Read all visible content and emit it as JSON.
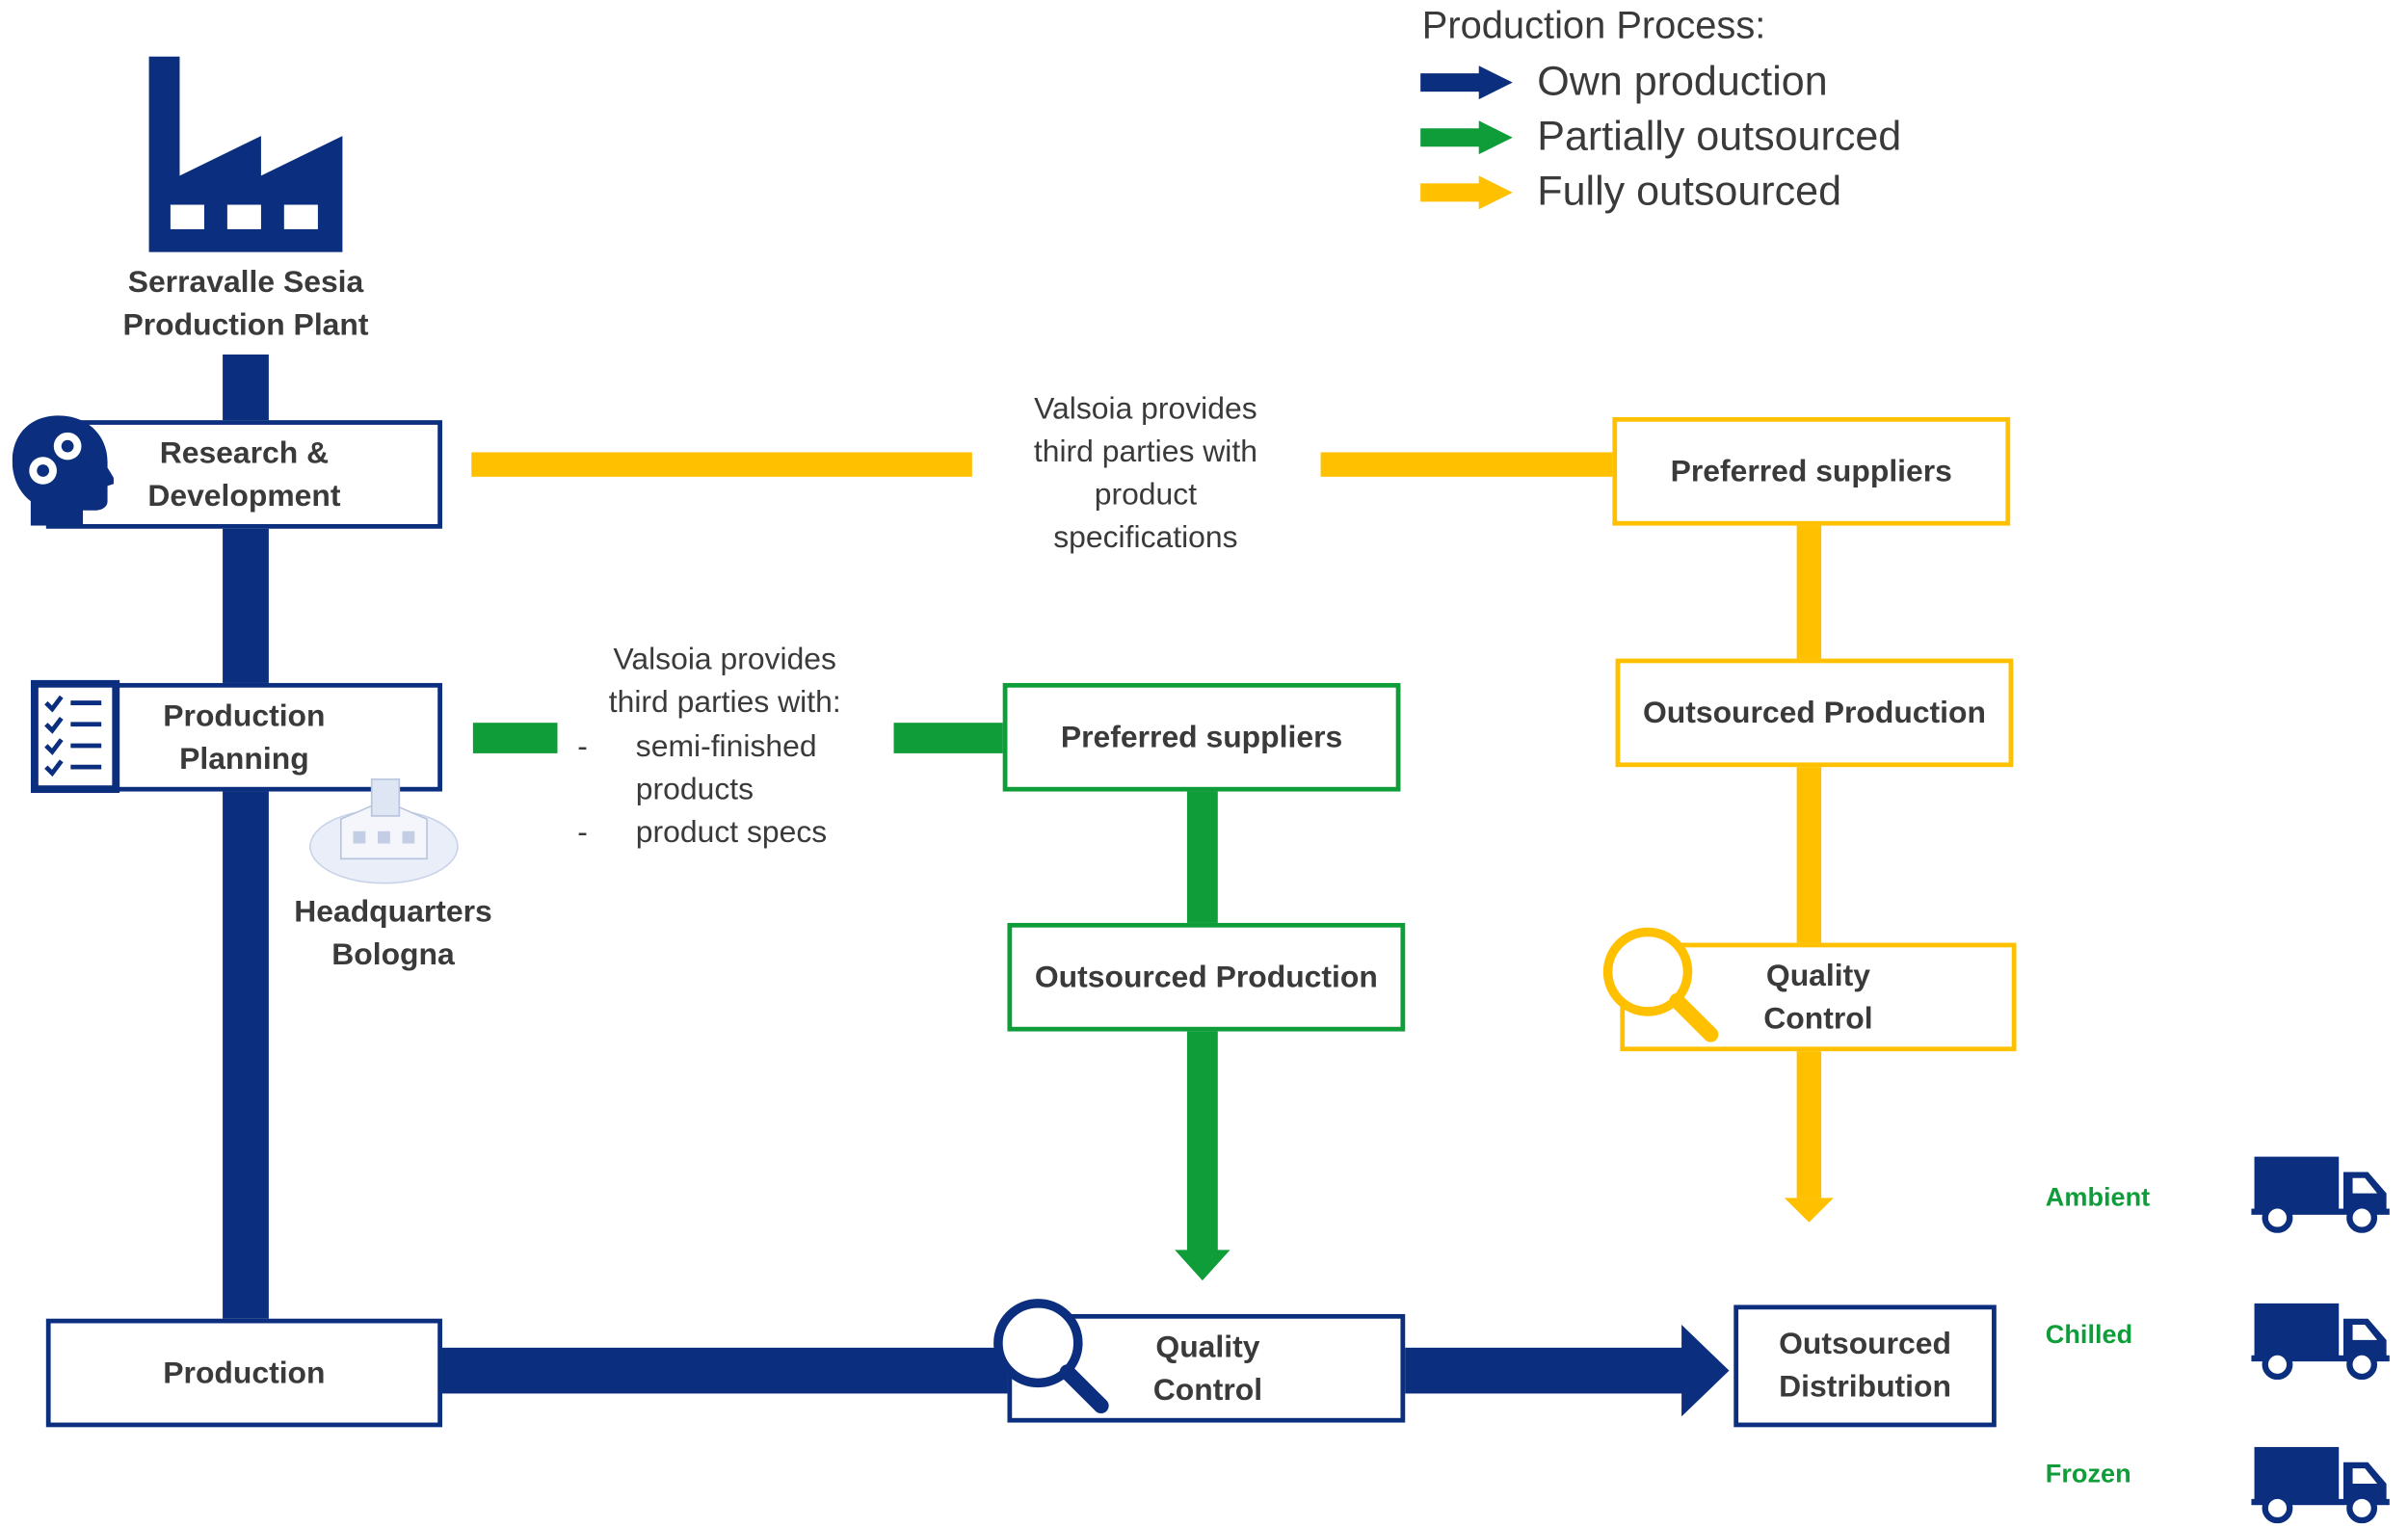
{
  "colors": {
    "own": "#0b2f7e",
    "partial": "#0f9d3a",
    "full": "#ffc000",
    "temperature_label": "#0f9d3a"
  },
  "legend": {
    "title": "Production Process:",
    "items": [
      {
        "label": "Own production",
        "color": "#0b2f7e"
      },
      {
        "label": "Partially outsourced",
        "color": "#0f9d3a"
      },
      {
        "label": "Fully outsourced",
        "color": "#ffc000"
      }
    ]
  },
  "plant": {
    "line1": "Serravalle Sesia",
    "line2": "Production Plant",
    "icon": "factory-icon"
  },
  "own_line": {
    "rd": {
      "line1": "Research &",
      "line2": "Development",
      "icon": "head-gears-icon"
    },
    "planning": {
      "line1": "Production",
      "line2": "Planning",
      "icon": "checklist-icon"
    },
    "production": "Production",
    "quality": {
      "line1": "Quality",
      "line2": "Control",
      "icon": "magnifier-icon"
    },
    "distribution": {
      "line1": "Outsourced",
      "line2": "Distribution"
    }
  },
  "headquarters": {
    "line1": "Headquarters",
    "line2": "Bologna",
    "icon": "building-icon"
  },
  "partial_line": {
    "note": {
      "line1": "Valsoia provides",
      "line2": "third parties with:",
      "items": [
        "semi-finished",
        "products",
        "product specs"
      ],
      "bullet": "-"
    },
    "suppliers": "Preferred suppliers",
    "production": "Outsourced Production"
  },
  "full_line": {
    "note": {
      "lines": [
        "Valsoia provides",
        "third parties with",
        "product",
        "specifications"
      ]
    },
    "suppliers": "Preferred suppliers",
    "production": "Outsourced Production",
    "quality": {
      "line1": "Quality",
      "line2": "Control",
      "icon": "magnifier-icon"
    }
  },
  "distribution_types": [
    {
      "label": "Ambient",
      "icon": "truck-icon"
    },
    {
      "label": "Chilled",
      "icon": "truck-icon"
    },
    {
      "label": "Frozen",
      "icon": "truck-icon"
    }
  ]
}
